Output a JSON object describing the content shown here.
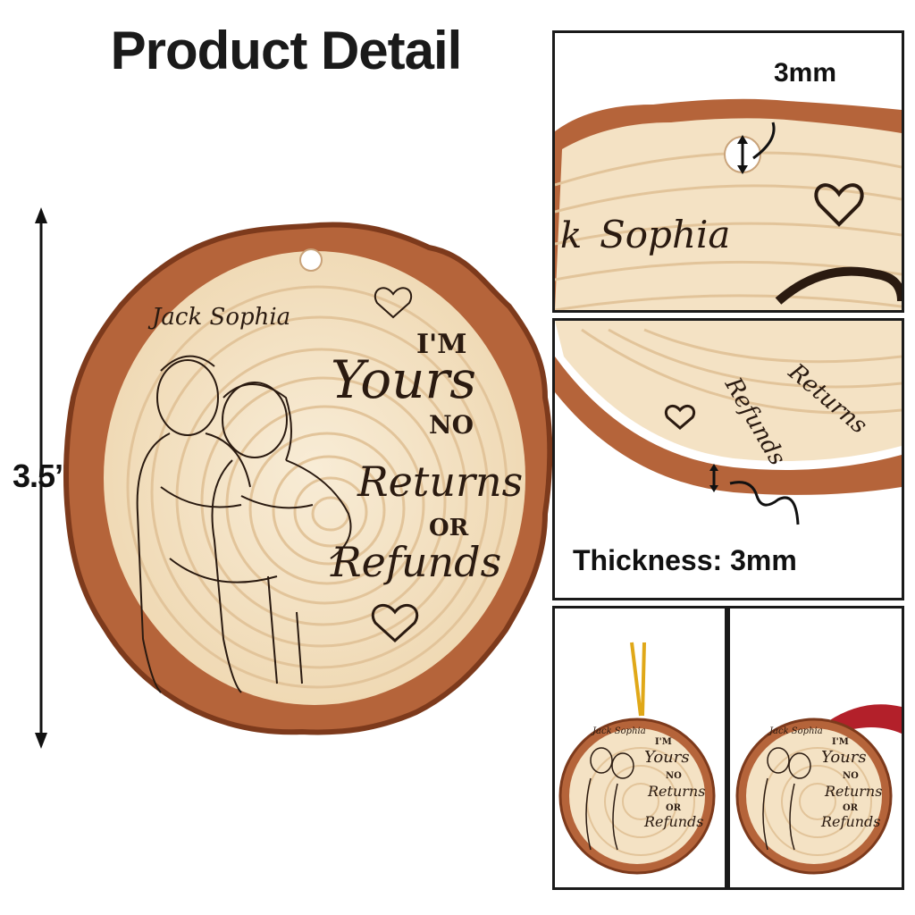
{
  "title": "Product Detail",
  "dimension": {
    "label": "3.5’’"
  },
  "ornament": {
    "names": "Jack Sophia",
    "line1": "I'M",
    "line2": "Yours",
    "line3": "NO",
    "line4": "Returns",
    "line5": "OR",
    "line6": "Refunds",
    "zoom_name": "Sophia",
    "zoom_name_prefix": "k"
  },
  "detail_hole": {
    "label": "3mm"
  },
  "detail_thickness": {
    "label": "Thickness: 3mm"
  },
  "colors": {
    "bark": "#b5643a",
    "bark_dark": "#7d3a1c",
    "wood": "#f4e2c4",
    "ring": "#e2c49a",
    "ink": "#2a1a10",
    "gold_string": "#e0a818",
    "red_ribbon": "#b3202a"
  }
}
